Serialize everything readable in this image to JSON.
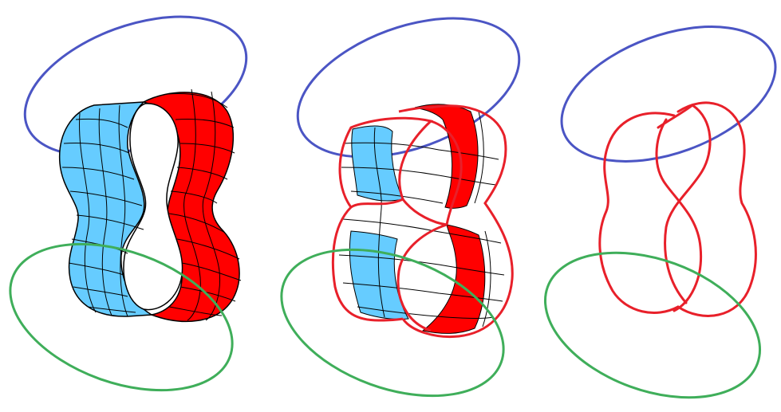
{
  "colors": {
    "background": "#ffffff",
    "blue_ring": "#4b55c4",
    "green_ring": "#3fae5a",
    "red": "#ff0000",
    "red_curve": "#e8202a",
    "light_blue": "#66ccff",
    "grid_line": "#000000"
  },
  "panels": [
    {
      "id": "solid-surface",
      "style": "filled surface with grid"
    },
    {
      "id": "partial-surface",
      "style": "partially filled surface with red boundary"
    },
    {
      "id": "curve-only",
      "style": "red boundary curve only"
    }
  ]
}
